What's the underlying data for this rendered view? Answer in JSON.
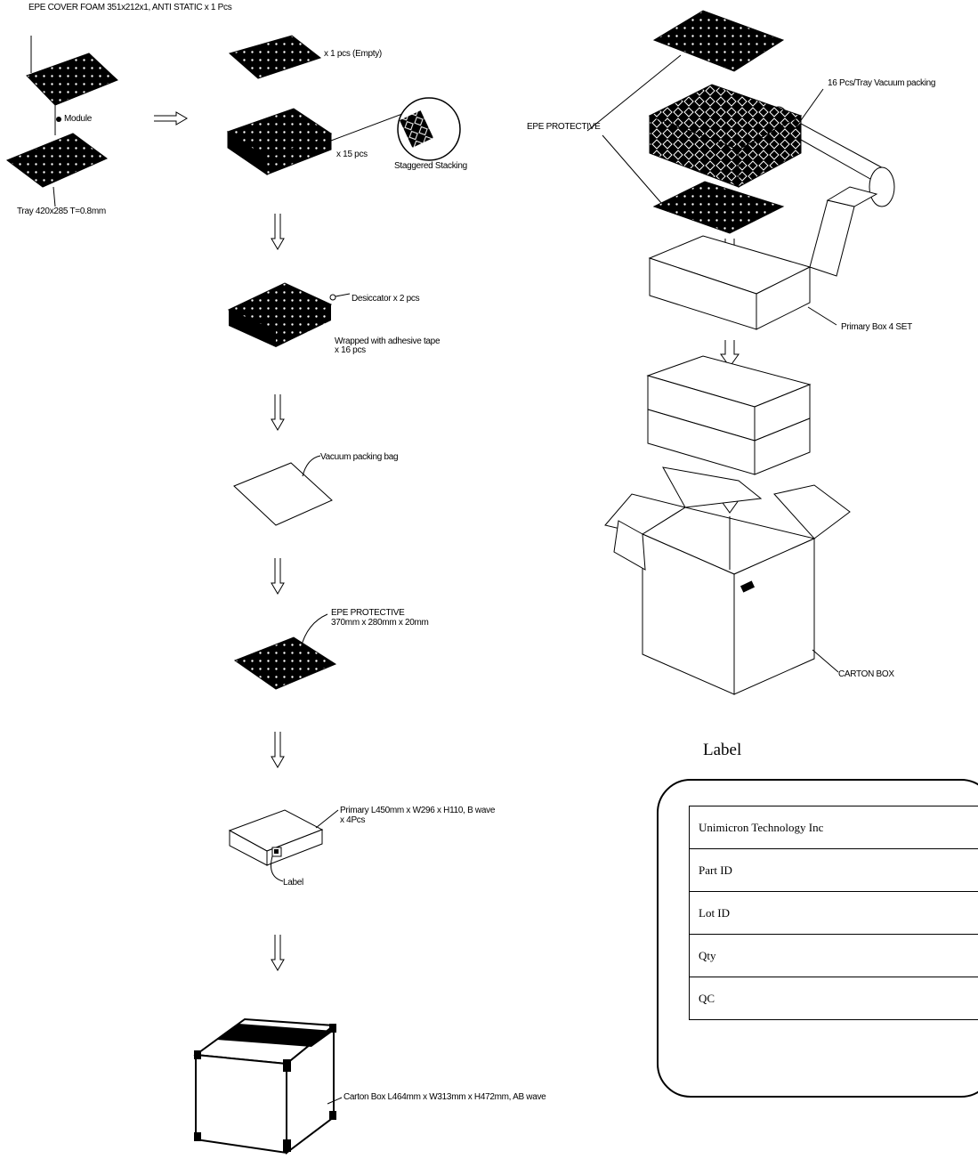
{
  "step1": {
    "cover_foam_label": "EPE COVER FOAM 351x212x1, ANTI STATIC x 1 Pcs",
    "module_label": "Module",
    "tray_label": "Tray 420x285 T=0.8mm"
  },
  "step2": {
    "empty_tray_label": "x 1 pcs (Empty)",
    "stack_count_label": "x 15 pcs",
    "staggered_label": "Staggered Stacking"
  },
  "step3": {
    "desiccator_label": "Desiccator x 2 pcs",
    "wrapped_label_line1": "Wrapped with adhesive tape",
    "wrapped_label_line2": "x 16 pcs"
  },
  "step4": {
    "bag_label": "Vacuum packing bag"
  },
  "step5": {
    "epe_label_line1": "EPE PROTECTIVE",
    "epe_label_line2": "370mm x 280mm x 20mm"
  },
  "step6": {
    "primary_label_line1": "Primary L450mm x W296 x H110, B wave",
    "primary_label_line2": "x 4Pcs",
    "label_tag": "Label"
  },
  "step7": {
    "carton_label": "Carton Box L464mm x W313mm x H472mm, AB wave"
  },
  "exploded": {
    "epe_label": "EPE PROTECTIVE",
    "tray_vacuum_label": "16 Pcs/Tray Vacuum packing",
    "primary_box_label": "Primary Box 4 SET",
    "carton_box_label": "CARTON BOX"
  },
  "label_card": {
    "title": "Label",
    "rows": [
      "Unimicron Technology Inc",
      "Part ID",
      "Lot ID",
      "Qty",
      "QC"
    ]
  }
}
